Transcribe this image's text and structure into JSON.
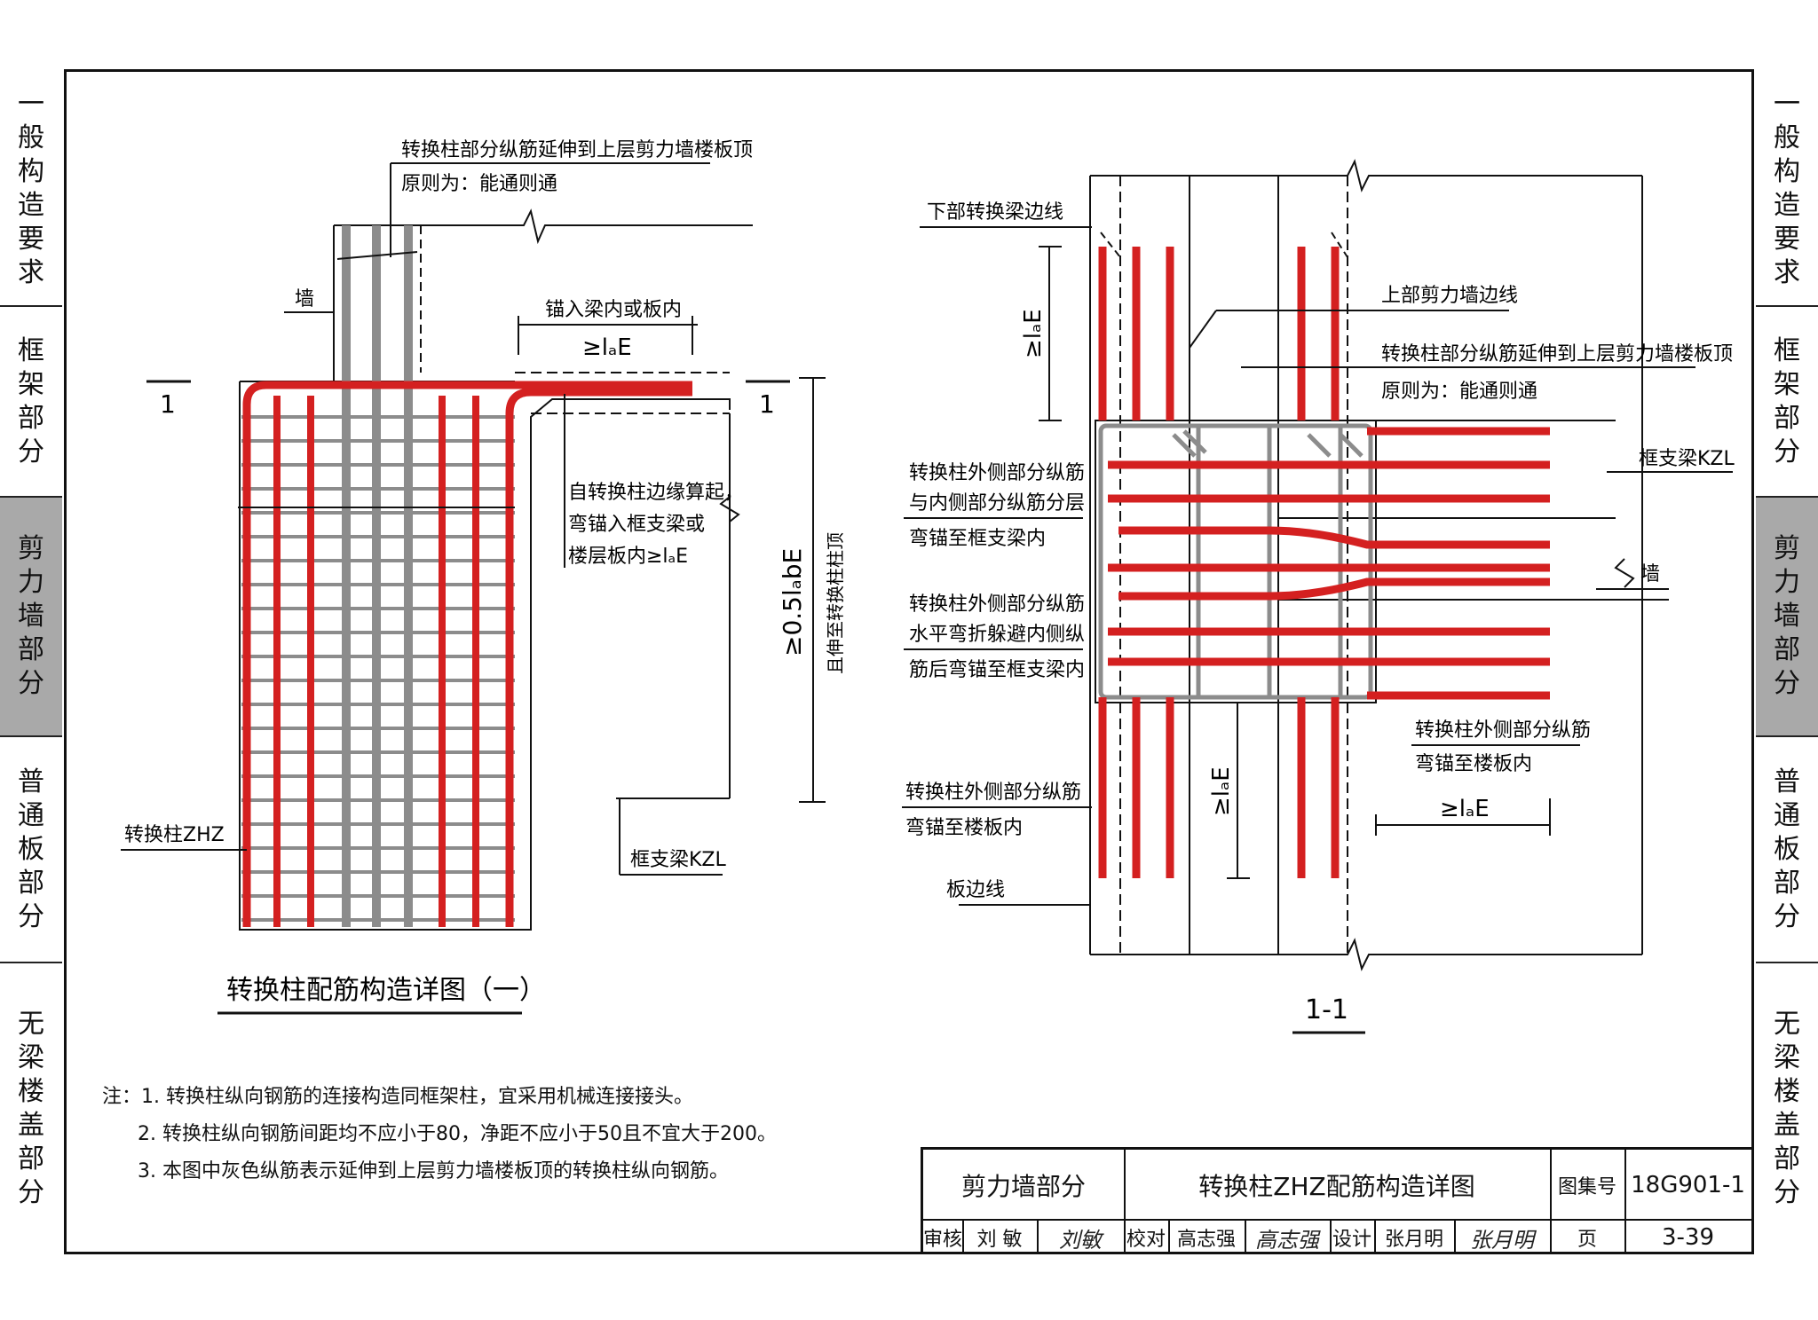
{
  "side_tabs": [
    {
      "label": "一般构造要求",
      "active": false
    },
    {
      "label": "框架部分",
      "active": false
    },
    {
      "label": "剪力墙部分",
      "active": true
    },
    {
      "label": "普通板部分",
      "active": false
    },
    {
      "label": "无梁楼盖部分",
      "active": false
    }
  ],
  "left_figure": {
    "top_note_1": "转换柱部分纵筋延伸到上层剪力墙楼板顶",
    "top_note_2": "原则为：能通则通",
    "wall_label": "墙",
    "anchor_label": "锚入梁内或板内",
    "anchor_dim": "≥lₐE",
    "section_mark_left": "1",
    "section_mark_right": "1",
    "edge_note_1": "自转换柱边缘算起，",
    "edge_note_2": "弯锚入框支梁或",
    "edge_note_3": "楼层板内≥lₐE",
    "dim_vertical": "≥0.5lₐbE",
    "dim_vertical_note": "且伸至转换柱柱顶",
    "column_label": "转换柱ZHZ",
    "beam_label": "框支梁KZL",
    "caption": "转换柱配筋构造详图（一）"
  },
  "right_figure": {
    "lower_beam_edge": "下部转换梁边线",
    "upper_wall_edge": "上部剪力墙边线",
    "top_note_1": "转换柱部分纵筋延伸到上层剪力墙楼板顶",
    "top_note_2": "原则为：能通则通",
    "beam_label": "框支梁KZL",
    "wall_label": "墙",
    "note_a_1": "转换柱外侧部分纵筋",
    "note_a_2": "与内侧部分纵筋分层",
    "note_a_3": "弯锚至框支梁内",
    "note_b_1": "转换柱外侧部分纵筋",
    "note_b_2": "水平弯折躲避内侧纵",
    "note_b_3": "筋后弯锚至框支梁内",
    "note_c_1": "转换柱外侧部分纵筋",
    "note_c_2": "弯锚至楼板内",
    "note_d_1": "转换柱外侧部分纵筋",
    "note_d_2": "弯锚至楼板内",
    "slab_edge": "板边线",
    "dim_lae": "≥lₐE",
    "caption": "1-1"
  },
  "notes": {
    "prefix": "注：",
    "items": [
      "1. 转换柱纵向钢筋的连接构造同框架柱，宜采用机械连接接头。",
      "2. 转换柱纵向钢筋间距均不应小于80，净距不应小于50且不宜大于200。",
      "3. 本图中灰色纵筋表示延伸到上层剪力墙楼板顶的转换柱纵向钢筋。"
    ]
  },
  "title_block": {
    "section": "剪力墙部分",
    "title": "转换柱ZHZ配筋构造详图",
    "atlas_label": "图集号",
    "atlas_no": "18G901-1",
    "review_label": "审核",
    "reviewer": "刘 敏",
    "reviewer_sig": "刘敏",
    "check_label": "校对",
    "checker": "高志强",
    "checker_sig": "高志强",
    "design_label": "设计",
    "designer": "张月明",
    "designer_sig": "张月明",
    "page_label": "页",
    "page_no": "3-39"
  },
  "colors": {
    "rebar_red": "#d42020",
    "rebar_gray": "#8c8c8c",
    "tab_active": "#a9a9a9"
  }
}
